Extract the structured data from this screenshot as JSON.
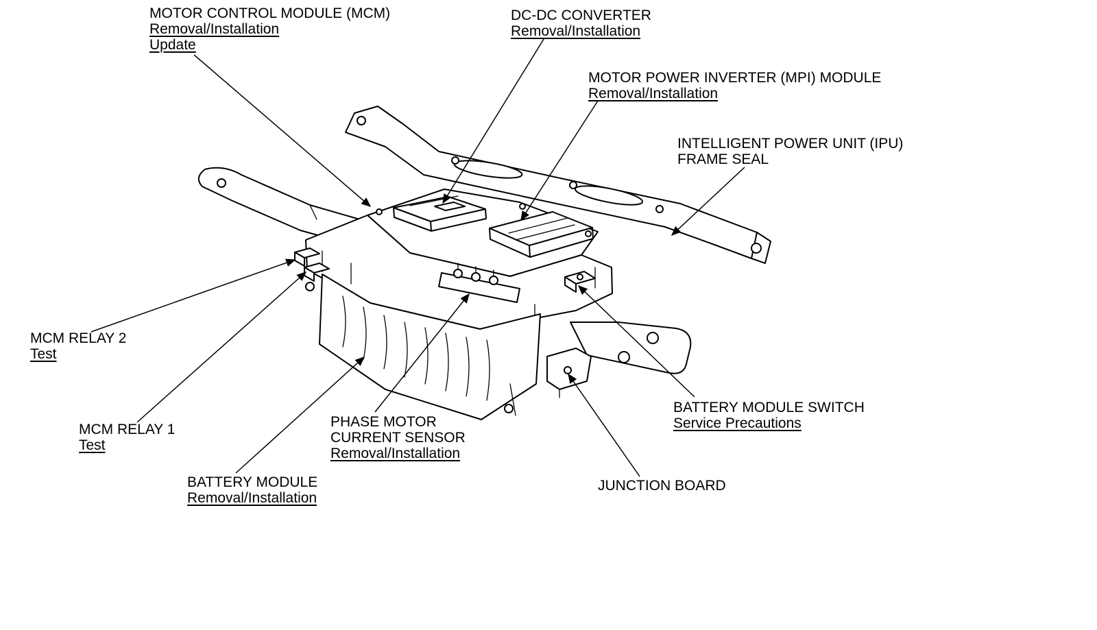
{
  "colors": {
    "line": "#000000",
    "background": "#ffffff"
  },
  "callouts": {
    "mcm": {
      "lines": [
        "MOTOR CONTROL MODULE (MCM)"
      ],
      "links": [
        "Removal/Installation",
        "Update"
      ]
    },
    "dcdc": {
      "lines": [
        "DC-DC CONVERTER"
      ],
      "links": [
        "Removal/Installation"
      ]
    },
    "mpi": {
      "lines": [
        "MOTOR POWER INVERTER (MPI) MODULE"
      ],
      "links": [
        "Removal/Installation"
      ]
    },
    "ipu_frame_seal": {
      "lines": [
        "INTELLIGENT POWER UNIT (IPU)",
        "FRAME SEAL"
      ],
      "links": []
    },
    "mcm_relay_2": {
      "lines": [
        "MCM RELAY 2"
      ],
      "links": [
        "Test"
      ]
    },
    "mcm_relay_1": {
      "lines": [
        "MCM RELAY 1"
      ],
      "links": [
        "Test"
      ]
    },
    "battery_module": {
      "lines": [
        "BATTERY MODULE"
      ],
      "links": [
        "Removal/Installation"
      ]
    },
    "phase_motor_current_sensor": {
      "lines": [
        "PHASE MOTOR",
        "CURRENT SENSOR"
      ],
      "links": [
        "Removal/Installation"
      ]
    },
    "battery_module_switch": {
      "lines": [
        "BATTERY MODULE SWITCH"
      ],
      "links": [
        "Service Precautions"
      ]
    },
    "junction_board": {
      "lines": [
        "JUNCTION BOARD"
      ],
      "links": []
    }
  }
}
